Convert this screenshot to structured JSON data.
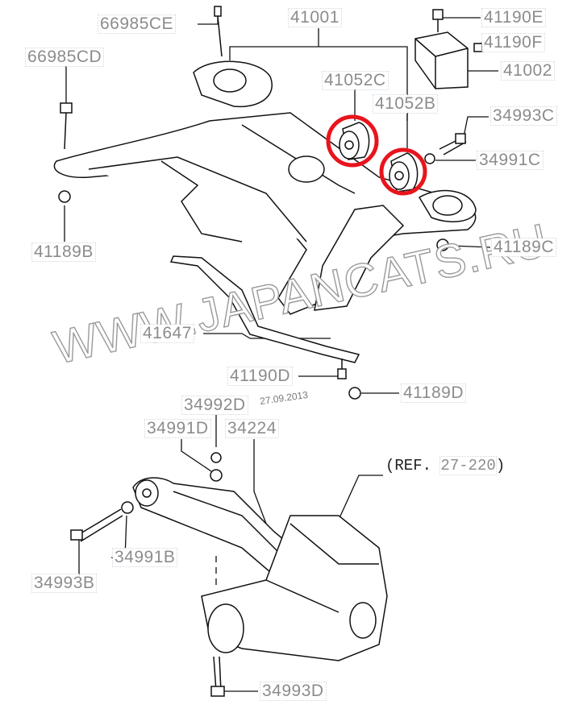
{
  "diagram": {
    "watermark": "WWW.JAPANCATS.RU",
    "date": "27.09.2013",
    "reference": {
      "prefix": "(REF.",
      "number": "27-220",
      "suffix": ")"
    },
    "highlight_color": "#e8141c",
    "labels": {
      "p66985CE": "66985CE",
      "p41001": "41001",
      "p41190E": "41190E",
      "p41190F": "41190F",
      "p41002": "41002",
      "p66985CD": "66985CD",
      "p41052C": "41052C",
      "p41052B": "41052B",
      "p34993C": "34993C",
      "p34991C": "34991C",
      "p41189B": "41189B",
      "p41189C": "41189C",
      "p41647": "41647",
      "p41190D": "41190D",
      "p41189D": "41189D",
      "p34992D": "34992D",
      "p34991D": "34991D",
      "p34224": "34224",
      "p34991B": "34991B",
      "p34993B": "34993B",
      "p34993D": "34993D"
    }
  }
}
